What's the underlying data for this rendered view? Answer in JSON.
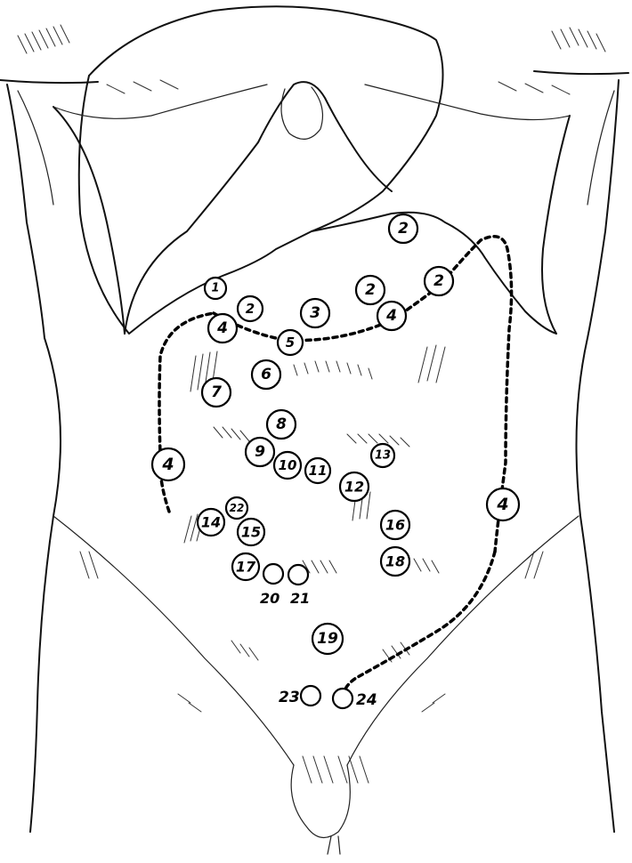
{
  "markers": [
    {
      "label": "2",
      "circled": true
    },
    {
      "label": "1",
      "circled": true
    },
    {
      "label": "2",
      "circled": true
    },
    {
      "label": "2",
      "circled": true
    },
    {
      "label": "2",
      "circled": true
    },
    {
      "label": "3",
      "circled": true
    },
    {
      "label": "4",
      "circled": true
    },
    {
      "label": "4",
      "circled": true
    },
    {
      "label": "5",
      "circled": true
    },
    {
      "label": "6",
      "circled": true
    },
    {
      "label": "7",
      "circled": true
    },
    {
      "label": "8",
      "circled": true
    },
    {
      "label": "9",
      "circled": true
    },
    {
      "label": "10",
      "circled": true
    },
    {
      "label": "11",
      "circled": true
    },
    {
      "label": "12",
      "circled": true
    },
    {
      "label": "13",
      "circled": true
    },
    {
      "label": "4",
      "circled": true
    },
    {
      "label": "4",
      "circled": true
    },
    {
      "label": "22",
      "circled": true
    },
    {
      "label": "14",
      "circled": true
    },
    {
      "label": "15",
      "circled": true
    },
    {
      "label": "16",
      "circled": true
    },
    {
      "label": "18",
      "circled": true
    },
    {
      "label": "17",
      "circled": true
    },
    {
      "label": "19",
      "circled": true
    },
    {
      "label": "20",
      "circled": false
    },
    {
      "label": "21",
      "circled": false
    },
    {
      "label": "23",
      "circled": false
    },
    {
      "label": "24",
      "circled": false
    }
  ]
}
